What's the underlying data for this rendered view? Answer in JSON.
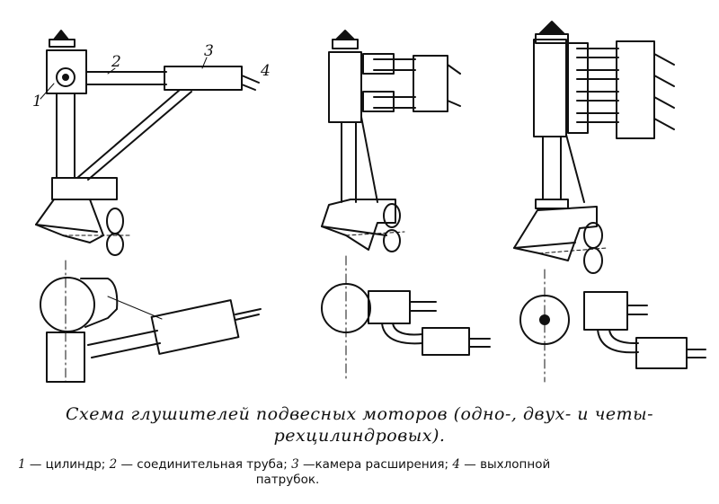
{
  "labels": [
    "1",
    "2",
    "3",
    "4"
  ],
  "caption": {
    "line1": "Схема глушителей подвесных моторов (одно-, двух- и четы-",
    "line2": "рехцилиндровых)."
  },
  "legend": {
    "item1_num": "1",
    "item1_text": " — цилиндр; ",
    "item2_num": "2",
    "item2_text": " — соединительная труба; ",
    "item3_num": "3",
    "item3_text": " —камера расширения; ",
    "item4_num": "4",
    "item4_text": " — выхлопной",
    "line2": "патрубок."
  }
}
